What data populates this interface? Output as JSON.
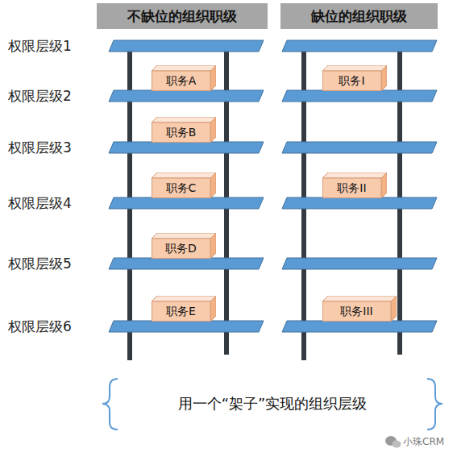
{
  "diagram": {
    "caption": "用一个“架子”实现的组织层级",
    "nodes": [
      {
        "text": [
          "不缺位的组织职级"
        ]
      },
      {
        "text": [
          "缺位的组织职级"
        ]
      },
      {
        "text": [
          "职务A"
        ]
      },
      {
        "text": [
          "职务B"
        ]
      },
      {
        "text": [
          "职务C"
        ]
      },
      {
        "text": [
          "职务D"
        ]
      },
      {
        "text": [
          "职务E"
        ]
      },
      {
        "text": [
          "职务I"
        ]
      },
      {
        "text": [
          "职务II"
        ]
      },
      {
        "text": [
          "职务III"
        ]
      }
    ],
    "labels": [
      "权限层级1",
      "权限层级2",
      "权限层级3",
      "权限层级4",
      "权限层级5",
      "权限层级6",
      "小珠CRM"
    ]
  }
}
